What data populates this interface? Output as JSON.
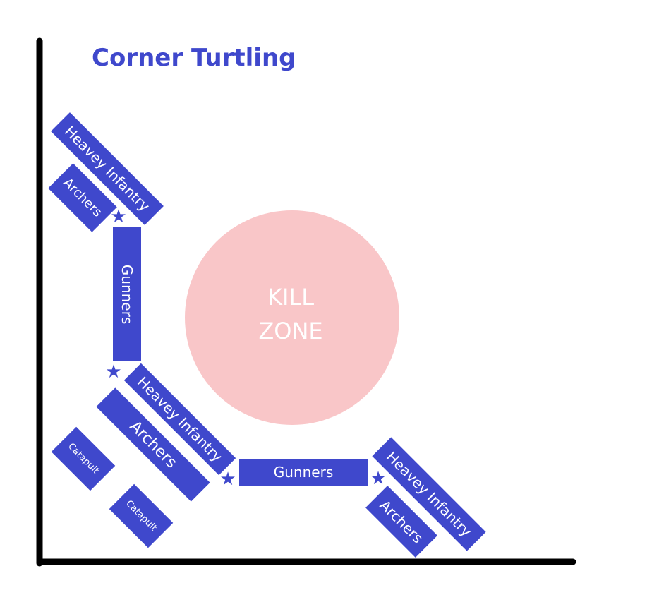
{
  "title": "Corner Turtling",
  "colors": {
    "unit": "#3f48cc",
    "kill_zone": "#f9c6c8",
    "axis": "#000000"
  },
  "kill_zone": {
    "line1": "KILL",
    "line2": "ZONE"
  },
  "units": {
    "top_heavy_infantry": "Heavey Infantry",
    "top_archers": "Archers",
    "left_gunners": "Gunners",
    "mid_heavy_infantry": "Heavey Infantry",
    "mid_archers": "Archers",
    "catapult_1": "Catapult",
    "catapult_2": "Catapult",
    "bottom_gunners": "Gunners",
    "right_heavy_infantry": "Heavey Infantry",
    "right_archers": "Archers"
  },
  "star_icon": "★"
}
